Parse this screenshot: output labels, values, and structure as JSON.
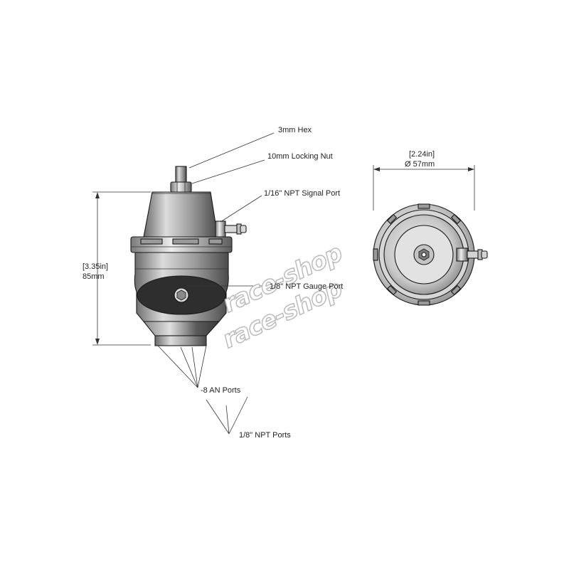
{
  "labels": {
    "hex": "3mm Hex",
    "nut": "10mm Locking Nut",
    "signal_port": "1/16\" NPT Signal Port",
    "gauge_port": "1/8\" NPT Gauge Port",
    "an_ports": "-8 AN Ports",
    "npt_ports": "1/8\" NPT Ports"
  },
  "dimensions": {
    "height_in": "[3.35in]",
    "height_mm": "85mm",
    "width_in": "[2.24in]",
    "width_mm": "Ø 57mm"
  },
  "watermark": "race-shop",
  "colors": {
    "line": "#333333",
    "body_light": "#cfcfcf",
    "body_dark": "#4a4a4a"
  }
}
